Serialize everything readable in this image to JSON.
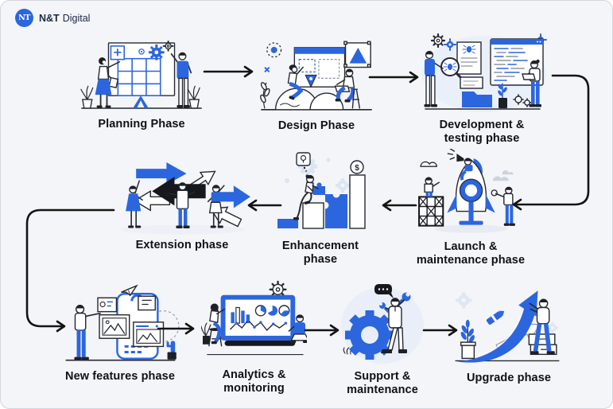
{
  "colors": {
    "accent_blue": "#2c66df",
    "text": "#101116",
    "background": "#f4f5f8",
    "connector": "#141414"
  },
  "logo": {
    "monogram": "NT",
    "name_bold": "N&T",
    "name_suffix": "Digital"
  },
  "glyphs": {
    "dollar": "$"
  },
  "phases": [
    {
      "id": "planning",
      "label_lines": [
        "Planning Phase"
      ]
    },
    {
      "id": "design",
      "label_lines": [
        "Design Phase"
      ]
    },
    {
      "id": "development_testing",
      "label_lines": [
        "Development &",
        "testing phase"
      ]
    },
    {
      "id": "launch_maintenance",
      "label_lines": [
        "Launch &",
        "maintenance phase"
      ]
    },
    {
      "id": "enhancement",
      "label_lines": [
        "Enhancement",
        "phase"
      ]
    },
    {
      "id": "extension",
      "label_lines": [
        "Extension phase"
      ]
    },
    {
      "id": "new_features",
      "label_lines": [
        "New features phase"
      ]
    },
    {
      "id": "analytics_monitoring",
      "label_lines": [
        "Analytics &",
        "monitoring"
      ]
    },
    {
      "id": "support_maintenance",
      "label_lines": [
        "Support &",
        "maintenance"
      ]
    },
    {
      "id": "upgrade",
      "label_lines": [
        "Upgrade phase"
      ]
    }
  ],
  "flow_sequence": [
    "Planning Phase",
    "Design Phase",
    "Development & testing phase",
    "Launch & maintenance phase",
    "Enhancement phase",
    "Extension phase",
    "New features phase",
    "Analytics & monitoring",
    "Support & maintenance",
    "Upgrade phase"
  ]
}
